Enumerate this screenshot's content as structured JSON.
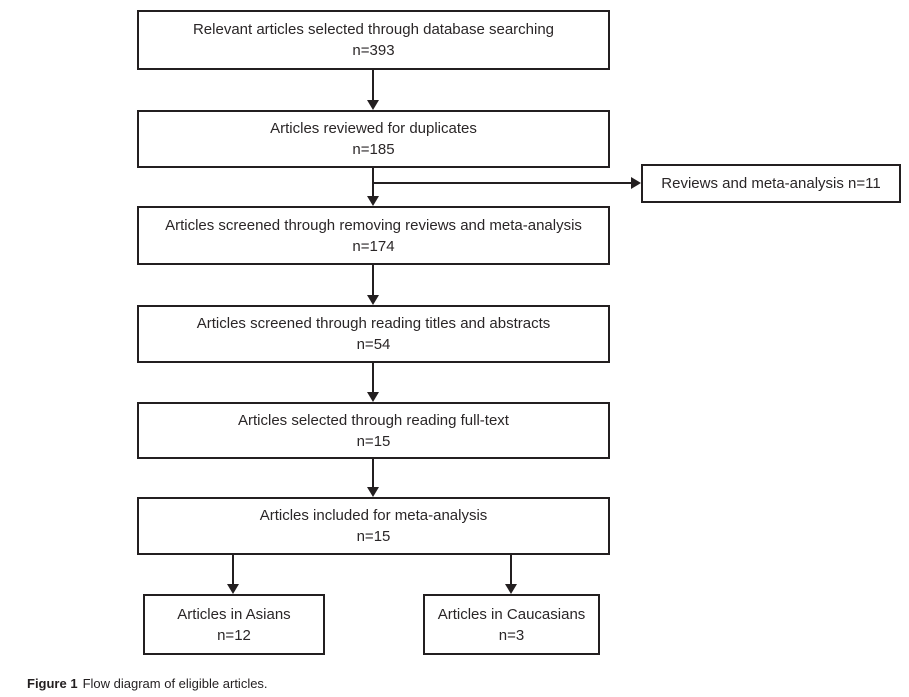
{
  "colors": {
    "line": "#231f20",
    "text": "#2a2627",
    "background": "#ffffff"
  },
  "caption": {
    "label": "Figure 1",
    "text": "Flow diagram of eligible articles."
  },
  "boxes": {
    "database": {
      "line1": "Relevant articles selected through database searching",
      "n": "n=393"
    },
    "duplicates": {
      "line1": "Articles reviewed for duplicates",
      "n": "n=185"
    },
    "reviews_excluded": {
      "line1": "Reviews and meta-analysis n=11"
    },
    "removing_reviews": {
      "line1": "Articles screened through removing reviews and meta-analysis",
      "n": "n=174"
    },
    "titles_abstracts": {
      "line1": "Articles screened through reading titles and abstracts",
      "n": "n=54"
    },
    "full_text": {
      "line1": "Articles selected through reading full-text",
      "n": "n=15"
    },
    "meta_analysis": {
      "line1": "Articles included for meta-analysis",
      "n": "n=15"
    },
    "asians": {
      "line1": "Articles in Asians",
      "n": "n=12"
    },
    "caucasians": {
      "line1": "Articles in Caucasians",
      "n": "n=3"
    }
  }
}
